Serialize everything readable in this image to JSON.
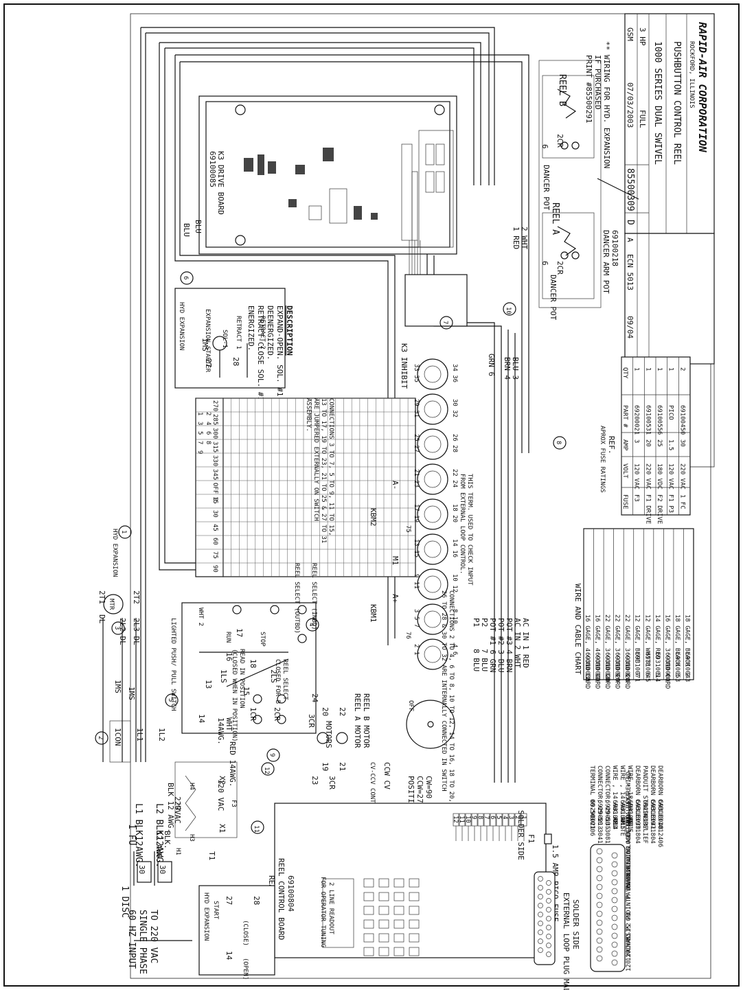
{
  "title_block": {
    "company": "RAPID-AIR CORPORATION",
    "location": "ROCKFORD, ILLINOIS",
    "title": "PUSHBUTTON CONTROL REEL",
    "subtitle": "1000 SERIES  DUAL SWIVEL",
    "rating": "3 HP",
    "drawn_by": "GSM",
    "date": "07/03/2003",
    "ecn": "ECN 5013",
    "ecn_date": "09/04",
    "rev": "A",
    "scale": "FULL",
    "drawing_no": "85500309",
    "size": "D"
  },
  "hyd_note": {
    "line1": "** WIRING FOR HYD. EXPANSION",
    "line2": "IF PURCHASED",
    "line3": "PRINT #85500291"
  },
  "input": {
    "line1": "TO 220 VAC",
    "line2": "SINGLE PHASE",
    "line3": "60 HZ INPUT",
    "disc": "1 DISC",
    "fu": "1 FU",
    "fuse_a": "30",
    "fuse_b": "30",
    "l1": "L1 BLK12AWG.",
    "l2": "L2 BLK12AWG.",
    "blk": "BLK.",
    "awg": "12 AWG."
  },
  "transformer": {
    "v220": "220VAC",
    "v120": "120 VAC",
    "h1": "H1",
    "h2": "H2",
    "h3": "H3",
    "h4": "H4",
    "x1": "X1",
    "x2": "X2",
    "t1": "T1",
    "f3": "F3",
    "red": "RED 14AWG.",
    "awg14": "14AWG.",
    "wht": "WHT",
    "blk12": "BLK 12 AWG."
  },
  "contactor": {
    "mcon": "1CON",
    "ms1": "1MS",
    "ms2": "1MS",
    "il1": "1L1",
    "il2": "1L2",
    "dl1": "DL",
    "dl2": "2L2 DL",
    "dl3": "2L3 DL",
    "t1": "2T1",
    "t2": "2T2",
    "mtr": "MTR",
    "hyd": "HYD EXPANSION"
  },
  "control_board": {
    "part": "69100804",
    "name": "REEL CONTROL BOARD",
    "view": "REAR VIEW",
    "readout1": "2 LINE READOUT",
    "readout2": "FOR OPERATOR TUNING"
  },
  "hyd_start": {
    "title": "HYD EXPANSION",
    "start": "START",
    "n14": "14",
    "n27": "27",
    "open": "(OPEN)",
    "close": "(CLOSE)",
    "n28": "28"
  },
  "push_pull": {
    "title": "LIGHTED PUSH/ PULL SWITCH",
    "run": "RUN",
    "stop": "STOP",
    "n13": "13",
    "n14": "14",
    "n15": "15",
    "n16": "16",
    "n17": "17",
    "n18": "18",
    "ils": "1LS",
    "zls": "2LS",
    "lcr": "1CR",
    "zcr": "2CR",
    "read1": "READ IN POSITION",
    "read2": "(CLOSED WHEN IN POSITION)",
    "reel_c1": "REEL SELECT",
    "reel_c2": "CLOSED FOR B",
    "reel_sel_a": "REEL SELECT (OUTBD)",
    "reel_sel_b": "REEL SELECT (INBD)",
    "wht": "WHT 2"
  },
  "motors": {
    "cr3a": "3CR",
    "cr3b": "3CR",
    "motors": "MOTORS",
    "n19": "19",
    "n20": "20",
    "n21": "21",
    "n22": "22",
    "n23": "23",
    "n24": "24",
    "reel_a": "REEL A MOTOR",
    "reel_b": "REEL B MOTOR"
  },
  "position": {
    "label": "POSITION",
    "ccw": "CCW=270°",
    "cw": "CW=90",
    "sw": "CV-CCV CONTROL SWITCH",
    "ccw_cv": "CCW  CV",
    "off": "OFF"
  },
  "connectors": {
    "kbm1": "KBM1",
    "kbm2": "KBM2",
    "m1": "M1",
    "a_plus": "A+",
    "a_minus": "A-",
    "k3_inhibit": "K3 INHIBIT",
    "n75": "75",
    "n76": "76",
    "note1": "CONNECTIONS 2 TO 4, 6 TO 8, 10 TO 12, 14 TO 16, 18 TO 20, 22 TO 24,",
    "note2": "26 TO 28 & 30 TO 32 ARE INTERNALLY CONNECTED IN SWITCH",
    "note3": "CONNECTIONS 3 TO 7, 5 TO 9, 11 TO 15,",
    "note4": "13 TO 17, 19 TO 23, 21 TO 25 & 27 TO 31",
    "note5": "ARE JUMPERED EXTERNALLY ON SWITCH",
    "note6": "ASSEMBLY.",
    "term1": "THIS TERM. USED TO CHECK INPUT",
    "term2": "FROM EXTERNAL LOOP CONTROL.",
    "pairs": [
      "2 1",
      "3 5 7",
      "9 11",
      "13 15",
      "17 19",
      "21 23",
      "25 27",
      "29 31",
      "33 35"
    ],
    "pairs_b": [
      "4 6",
      "8 10",
      "10 12",
      "14 16",
      "18 20",
      "22 24",
      "26 28",
      "30 32",
      "34 36"
    ]
  },
  "pot_wiring": {
    "p1": "P1",
    "p2": "P2",
    "pot1": "POT #1  6  GRN",
    "pot2": "POT #2  3  BLU",
    "pot3": "POT #3  4  BRN",
    "p7": "7  BLU",
    "p8": "8  BLU",
    "ac1": "AC IN  2  WHT",
    "ac2": "AC IN  1  RED",
    "grn6": "GRN 6",
    "brn4": "BRN 4",
    "blu3": "BLU 3"
  },
  "drive": {
    "name": "K3 DRIVE BOARD",
    "part": "69100085",
    "blu1": "BLU",
    "blu2": "BLU",
    "wht2": "2 WHT",
    "red1": "1 RED"
  },
  "hyd_exp": {
    "title": "HYD EXPANSION",
    "starter": "EXPANSION STARTER",
    "ms": "1MS",
    "n27": "27",
    "n28": "28",
    "sol": "SOL-1",
    "retract1": "RETRACT 1",
    "retract2": "RETRACT 2",
    "desc": "DESCRIPTION",
    "d1": "EXPAND-OPEN.  SOL. #1 & #2",
    "d2": "DEENERGIZED.",
    "d3": "RETRACT-CLOSE SOL. #1 & #2",
    "d4": "ENERGIZED."
  },
  "dancer": {
    "reel_a": "REEL A",
    "reel_b": "REEL B",
    "pot_a": "DANCER POT",
    "pot_b": "DANCER POT",
    "n6a": "6",
    "n6b": "6",
    "cr2": "2CR",
    "cr2b": "2CR",
    "part": "69100218",
    "label": "DANCER ARM POT"
  },
  "matrix": {
    "header_a": [
      "1",
      "3",
      "5",
      "7",
      "9"
    ],
    "header_b": [
      "2",
      "4",
      "6",
      "8"
    ],
    "rows": [
      "270",
      "285",
      "300",
      "315",
      "330",
      "345",
      "OFF 0",
      "15",
      "30",
      "45",
      "60",
      "75",
      "90"
    ]
  },
  "fuse_table": {
    "title": "REF.",
    "sub": "APROX FUSE RATINGS",
    "headers": [
      "FUSE",
      "VOLT",
      "AMP",
      "PART #",
      "QTY"
    ],
    "rows": [
      [
        "F3",
        "120 VAC",
        "3",
        "69200021",
        "1"
      ],
      [
        "F1 DRIVE",
        "220 VAC",
        "20",
        "69100531",
        "1"
      ],
      [
        "F2 DRIVE",
        "180 VDC",
        "25",
        "69100556",
        "1"
      ],
      [
        "F1 P3",
        "120 VAC",
        "1.5",
        "PICO",
        "1"
      ],
      [
        "1 FC",
        "220 VAC",
        "30",
        "69100450",
        "2"
      ]
    ]
  },
  "wire_chart": {
    "title": "REF. ONLY",
    "sub": "WIRE AND CABLE CHART",
    "rows": [
      [
        "12",
        "69310031",
        "16 GAGE, 4 COND CORD"
      ],
      [
        "11",
        "69310041",
        "16 GAGE, 4 COND CORD"
      ],
      [
        "10",
        "69310020",
        "22 GAGE, 3 COND CORD"
      ],
      [
        "9",
        "69310029",
        "22 GAGE, 3 COND CORD"
      ],
      [
        "8",
        "69310028",
        "22 GAGE, 3 COND CORD"
      ],
      [
        "7",
        "69310071",
        "12 GAGE, BLUE"
      ],
      [
        "6",
        "69310045",
        "12 GAGE, WHITE"
      ],
      [
        "5",
        "69310014",
        "14 GAGE, RED"
      ],
      [
        "4",
        "69310031",
        "16 GAGE, 3 COND CORD"
      ],
      [
        "3",
        "69310053",
        "18 GAGE, BLACK"
      ],
      [
        "2",
        "69310043",
        "18 GAGE, BLACK"
      ]
    ]
  },
  "parts_list": {
    "rows": [
      [
        "3",
        "69290021",
        "TERMINAL  00-50-0106"
      ],
      [
        "1",
        "69290213",
        "CONNECTOR, 09-50-3041"
      ],
      [
        "6",
        "69290135",
        "CONNECTOR, 09-50-3081"
      ],
      [
        "AR",
        "69310014",
        "WIRE , 14 AWG.RED"
      ],
      [
        "AR",
        "69310015",
        "WIRE , 14 AWG.WHITE"
      ],
      [
        "AR",
        "69310071",
        "WIRE , 18 AWG.BLUE"
      ],
      [
        "3",
        "69310039",
        "DEARBORN CABLE 971804"
      ],
      [
        "3",
        "69290137",
        "PANDUIT STRAIN RELIEF"
      ],
      [
        "3",
        "69310041",
        "DEARBORN CABLE 971804"
      ],
      [
        "3",
        "69310048",
        "DEARBORN CABLE 1012406"
      ]
    ]
  },
  "plug": {
    "title": "SOLDER SIDE",
    "name": "EXTERNAL LOOP PLUG MALE",
    "solder": "SOLDER SIDE",
    "fuse": "1.5 AMP PICO FUSE",
    "f1": "F1",
    "pins": [
      "120 VAC",
      "120 VAC",
      "CHASSIS GND",
      "P1",
      "P2",
      "P3",
      "INTP INHIBIT",
      "PAYOUT",
      "PAYOUT",
      "REWIND",
      "REWIND",
      "JOG ADJ",
      "LOGIC GND",
      "INTERNAL/EXT.",
      "INT. PAY/REWIND"
    ],
    "terms": [
      "12",
      "11",
      "10",
      "9",
      "8",
      "7",
      "6",
      "5",
      "4",
      "3",
      "2",
      "1"
    ]
  },
  "callouts": [
    "1",
    "2",
    "3",
    "4",
    "5",
    "6",
    "7",
    "8",
    "9",
    "10",
    "11",
    "12"
  ]
}
